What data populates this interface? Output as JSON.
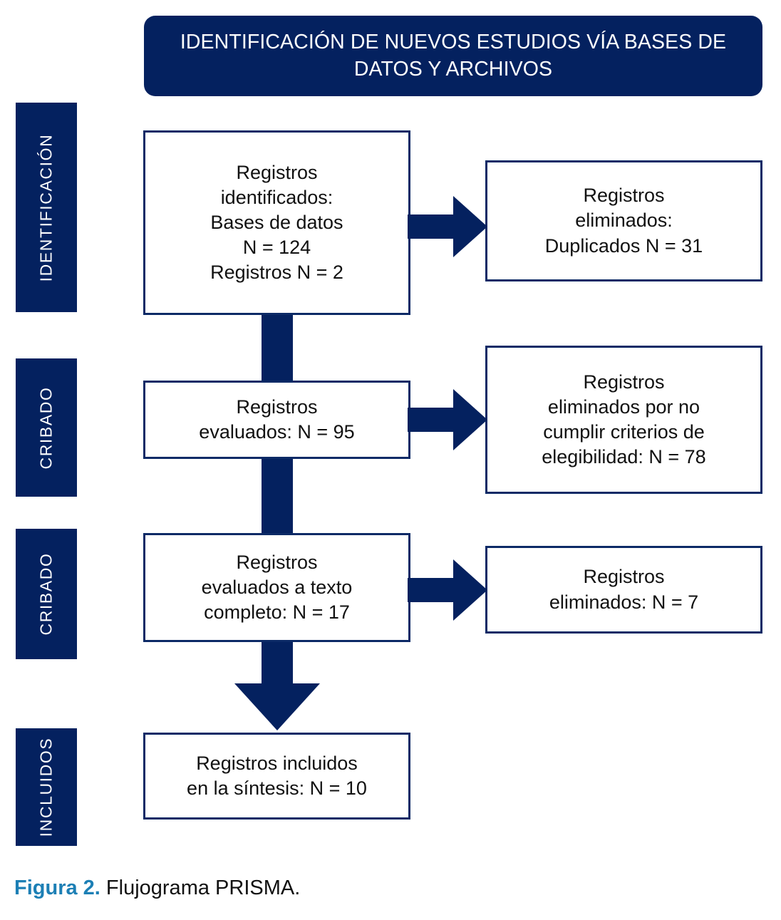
{
  "figure": {
    "header_banner": "IDENTIFICACIÓN DE NUEVOS ESTUDIOS VÍA BASES DE DATOS Y ARCHIVOS",
    "caption_label": "Figura 2.",
    "caption_text": " Flujograma PRISMA."
  },
  "colors": {
    "navy": "#04215F",
    "box_border": "#0C2A66",
    "caption_accent": "#1C7FB5",
    "text": "#111111",
    "background": "#FFFFFF"
  },
  "stage_labels": [
    {
      "id": "identificacion",
      "text": "IDENTIFICACIÓN"
    },
    {
      "id": "cribado-1",
      "text": "CRIBADO"
    },
    {
      "id": "cribado-2",
      "text": "CRIBADO"
    },
    {
      "id": "incluidos",
      "text": "INCLUIDOS"
    }
  ],
  "boxes": {
    "identificados": {
      "text": "Registros\nidentificados:\nBases de datos\nN = 124\nRegistros N = 2",
      "n_bases_datos": 124,
      "n_registros": 2
    },
    "duplicados": {
      "text": "Registros\neliminados:\nDuplicados N = 31",
      "n": 31
    },
    "evaluados": {
      "text": "Registros\nevaluados: N = 95",
      "n": 95
    },
    "no_criterios": {
      "text": "Registros\neliminados por no\ncumplir criterios de\nelegibilidad: N = 78",
      "n": 78
    },
    "texto_completo": {
      "text": "Registros\nevaluados a texto\ncompleto: N = 17",
      "n": 17
    },
    "eliminados_7": {
      "text": "Registros\neliminados: N = 7",
      "n": 7
    },
    "incluidos": {
      "text": "Registros incluidos\nen la síntesis: N = 10",
      "n": 10
    }
  }
}
